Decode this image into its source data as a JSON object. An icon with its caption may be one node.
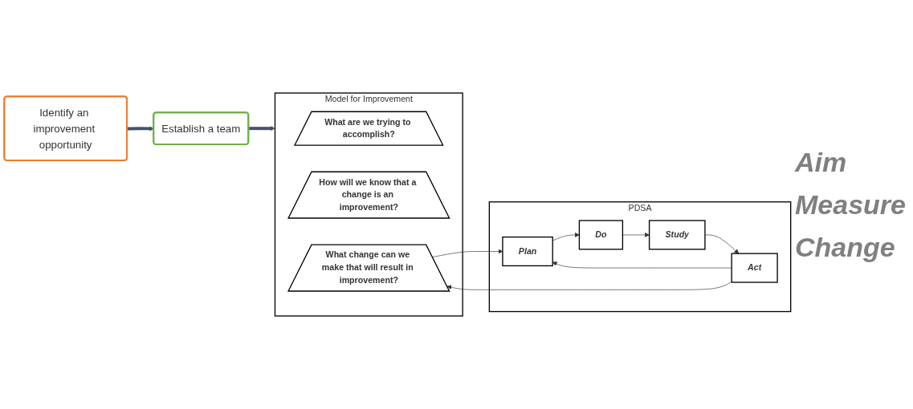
{
  "diagram": {
    "nodes": [
      {
        "text": [
          "Identify an improvement opportunity"
        ]
      },
      {
        "text": [
          "Establish a team"
        ]
      },
      {
        "text": [
          "Model for Improvement"
        ]
      },
      {
        "text": [
          "What are we trying to accomplish?"
        ],
        "in": 2
      },
      {
        "text": [
          "How will we know that a change is an improvement?"
        ],
        "in": 2
      },
      {
        "text": [
          "What change can we make that will result in improvement?"
        ],
        "in": 2
      },
      {
        "text": [
          "PDSA"
        ]
      },
      {
        "text": [
          "Act"
        ],
        "in": 6
      },
      {
        "text": [
          "Plan"
        ],
        "in": 6
      },
      {
        "text": [
          "Study"
        ],
        "in": 6
      },
      {
        "text": [
          "Do"
        ],
        "in": 6
      }
    ],
    "edges": [
      {
        "from": 0,
        "to": 1,
        "arrow": "to",
        "style": "thick",
        "color": "#44546a"
      },
      {
        "from": 1,
        "to": 2,
        "arrow": "to",
        "style": "thick",
        "color": "#44546a"
      },
      {
        "from": 5,
        "to": 8,
        "arrow": "to"
      },
      {
        "from": 7,
        "to": 5,
        "arrow": "to"
      },
      {
        "from": 8,
        "to": 10,
        "arrow": "to"
      },
      {
        "from": 10,
        "to": 9,
        "arrow": "to"
      },
      {
        "from": 9,
        "to": 7,
        "arrow": "to"
      },
      {
        "from": 7,
        "to": 8,
        "arrow": "to"
      }
    ],
    "labels": [
      "Aim",
      "Measure",
      "Change"
    ]
  }
}
